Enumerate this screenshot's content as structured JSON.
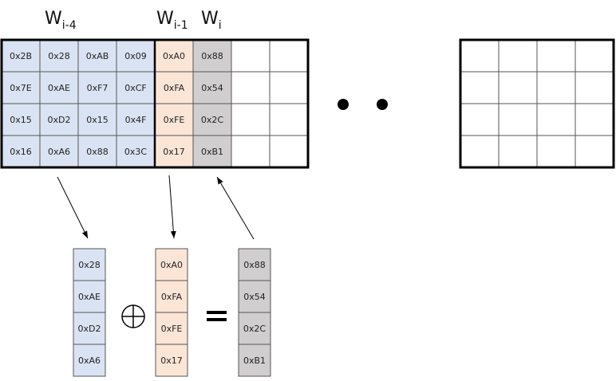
{
  "labels": {
    "w_i_minus_4": {
      "base": "W",
      "sub": "i-4"
    },
    "w_i_minus_1": {
      "base": "W",
      "sub": "i-1"
    },
    "w_i": {
      "base": "W",
      "sub": "i"
    }
  },
  "key_block": {
    "columns": [
      [
        "0x2B",
        "0x7E",
        "0x15",
        "0x16"
      ],
      [
        "0x28",
        "0xAE",
        "0xD2",
        "0xA6"
      ],
      [
        "0xAB",
        "0xF7",
        "0x15",
        "0x88"
      ],
      [
        "0x09",
        "0xCF",
        "0x4F",
        "0x3C"
      ],
      [
        "0xA0",
        "0xFA",
        "0xFE",
        "0x17"
      ],
      [
        "0x88",
        "0x54",
        "0x2C",
        "0xB1"
      ],
      [
        "",
        "",
        "",
        ""
      ],
      [
        "",
        "",
        "",
        ""
      ]
    ]
  },
  "xor_operation": {
    "operand_a": [
      "0x28",
      "0xAE",
      "0xD2",
      "0xA6"
    ],
    "operator": "⊕",
    "operand_b": [
      "0xA0",
      "0xFA",
      "0xFE",
      "0x17"
    ],
    "equals": "=",
    "result": [
      "0x88",
      "0x54",
      "0x2C",
      "0xB1"
    ]
  },
  "colors": {
    "blue_fill": "#dae3f3",
    "orange_fill": "#fbe5d6",
    "gray_fill": "#d0cece",
    "grid_line": "#555555",
    "border": "#000000"
  }
}
